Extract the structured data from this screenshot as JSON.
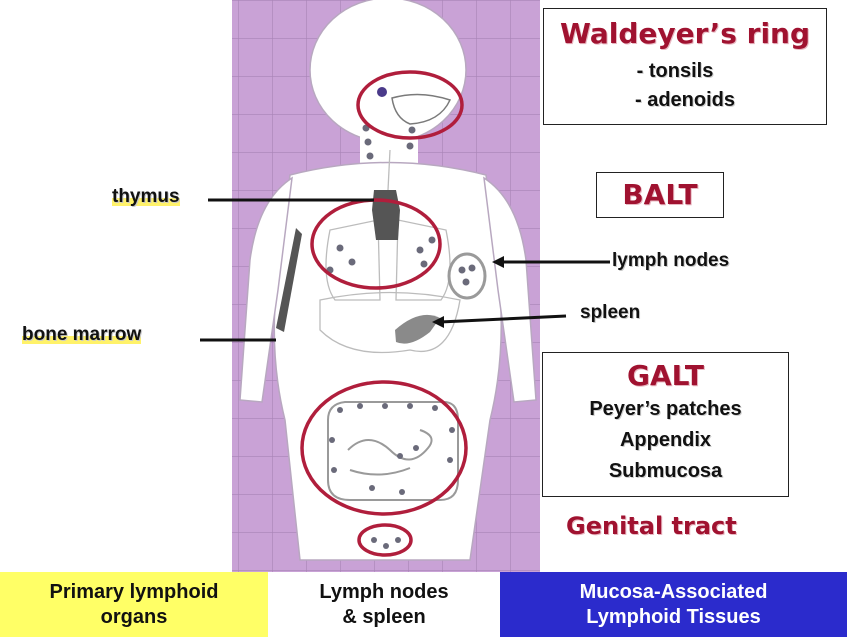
{
  "waldeyer": {
    "title": "Waldeyer’s ring",
    "items": [
      "- tonsils",
      "- adenoids"
    ]
  },
  "balt": {
    "title": "BALT"
  },
  "galt": {
    "title": "GALT",
    "items": [
      "Peyer’s patches",
      "Appendix",
      "Submucosa"
    ]
  },
  "genital": {
    "label": "Genital tract"
  },
  "labels": {
    "thymus": "thymus",
    "bone_marrow": "bone marrow",
    "lymph_nodes": "lymph nodes",
    "spleen": "spleen"
  },
  "footer": {
    "primary": {
      "line1": "Primary lymphoid",
      "line2": "organs",
      "bg": "#ffff66"
    },
    "lymph": {
      "line1": "Lymph nodes",
      "line2": "& spleen",
      "bg": "#ffffff"
    },
    "malt": {
      "line1": "Mucosa-Associated",
      "line2": "Lymphoid Tissues",
      "bg": "#2b2bcc"
    }
  },
  "colors": {
    "grid_background": "#c9a2d6",
    "body_fill": "#ffffff",
    "circle_outline": "#b01e3c",
    "organ_dark": "#555555",
    "accent_text": "#a01230"
  }
}
